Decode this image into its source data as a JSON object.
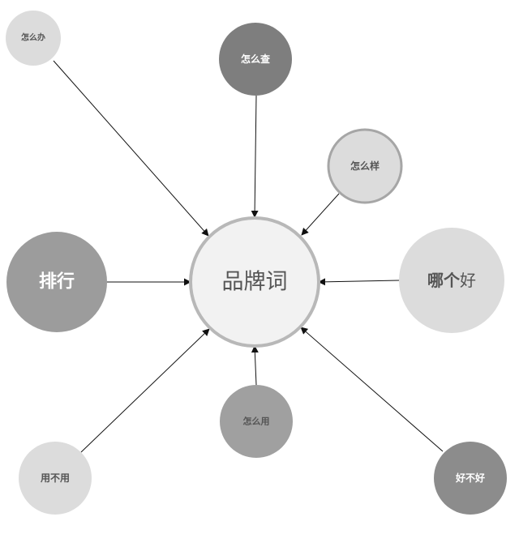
{
  "center": {
    "label": "品牌词",
    "fill": "#f2f2f2",
    "stroke": "#b8b8b8",
    "text_color": "#555555"
  },
  "nodes": [
    {
      "id": "zenmeban",
      "label": "怎么办",
      "fill": "#dcdcdc",
      "text_color": "#555555"
    },
    {
      "id": "zenmecha",
      "label": "怎么查",
      "fill": "#7e7e7e",
      "text_color": "#ffffff"
    },
    {
      "id": "zenmeyang",
      "label": "怎么样",
      "fill": "#dcdcdc",
      "text_color": "#555555",
      "stroke": "#a6a6a6"
    },
    {
      "id": "nageha",
      "label_bold": "哪个",
      "label_light": "好",
      "fill": "#dcdcdc",
      "text_color": "#555555"
    },
    {
      "id": "haobuhao",
      "label": "好不好",
      "fill": "#8c8c8c",
      "text_color": "#ffffff"
    },
    {
      "id": "zenmeyong",
      "label": "怎么用",
      "fill": "#a0a0a0",
      "text_color": "#555555"
    },
    {
      "id": "yongbuyong",
      "label": "用不用",
      "fill": "#dcdcdc",
      "text_color": "#555555"
    },
    {
      "id": "paihang",
      "label": "排行",
      "fill": "#9c9c9c",
      "text_color": "#ffffff"
    }
  ],
  "arrow_color": "#111111"
}
